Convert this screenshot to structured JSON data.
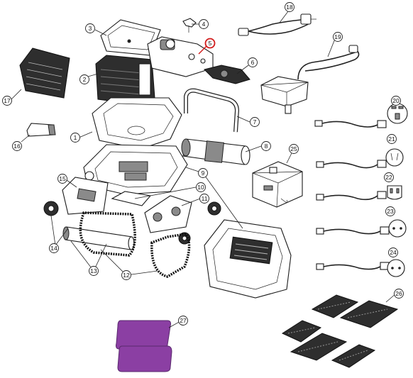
{
  "diagram": {
    "type": "exploded-parts-view",
    "highlight_color": "#d21a1a",
    "filter_pad_color": "#8b3fa3",
    "callouts": [
      {
        "label": "1"
      },
      {
        "label": "2"
      },
      {
        "label": "3"
      },
      {
        "label": "4"
      },
      {
        "label": "5",
        "highlighted": true
      },
      {
        "label": "6"
      },
      {
        "label": "7"
      },
      {
        "label": "8"
      },
      {
        "label": "9"
      },
      {
        "label": "10"
      },
      {
        "label": "11"
      },
      {
        "label": "12"
      },
      {
        "label": "13"
      },
      {
        "label": "14"
      },
      {
        "label": "15"
      },
      {
        "label": "16"
      },
      {
        "label": "17"
      },
      {
        "label": "18"
      },
      {
        "label": "19"
      },
      {
        "label": "20"
      },
      {
        "label": "21"
      },
      {
        "label": "22"
      },
      {
        "label": "23"
      },
      {
        "label": "24"
      },
      {
        "label": "25"
      },
      {
        "label": "26"
      },
      {
        "label": "27"
      }
    ]
  }
}
